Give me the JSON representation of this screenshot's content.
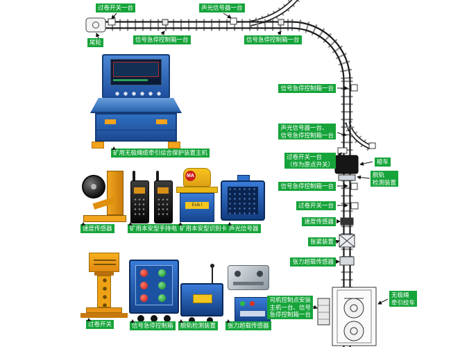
{
  "colors": {
    "badge_green": "#16a43a",
    "device_blue": "#2a6cc8",
    "device_orange": "#f2a41d"
  },
  "track_labels": {
    "overwind_top": "过卷开关一台",
    "sound_light_top": "声光信号器一台",
    "tail_wheel": "尾轮",
    "estop_h1": "信号急停控制箱一台",
    "estop_h2": "信号急停控制箱一台",
    "estop_r1": "信号急停控制箱一台",
    "sound_estop_l1": "声光信号器一台、",
    "sound_estop_l2": "信号急停控制箱一台",
    "overwind_origin_l1": "过卷开关一台",
    "overwind_origin_l2": "（作为原点开关）",
    "shuttle": "梭车",
    "derail_l1": "脱轨",
    "derail_l2": "检测装置",
    "estop_r2": "信号急停控制箱一台",
    "overwind_r": "过卷开关一台",
    "speed_sensor_r": "速度传感器",
    "tensioner": "张紧装置",
    "tension_overload_r": "张力超载传感器",
    "driver_l1": "司机控制点安装",
    "driver_l2": "主机一台、信号",
    "driver_l3": "急停控制箱一台",
    "winch_l1": "无极绳",
    "winch_l2": "牵引绞车"
  },
  "product_labels": {
    "console": "矿用无极绳缆牵引综合保护装置主机",
    "speed_sensor": "速度传感器",
    "handheld_radio": "矿用本安型手持电台",
    "id_card": "矿用本安型识别卡",
    "sound_light": "声光信号器",
    "overwind_switch": "过卷开关",
    "estop_box": "信号急停控制箱",
    "derail_detector": "脱轨检测装置",
    "tension_overload": "张力超载传感器"
  },
  "device_texts": {
    "ma_logo": "MA",
    "id_card_cert": "Exib I"
  }
}
